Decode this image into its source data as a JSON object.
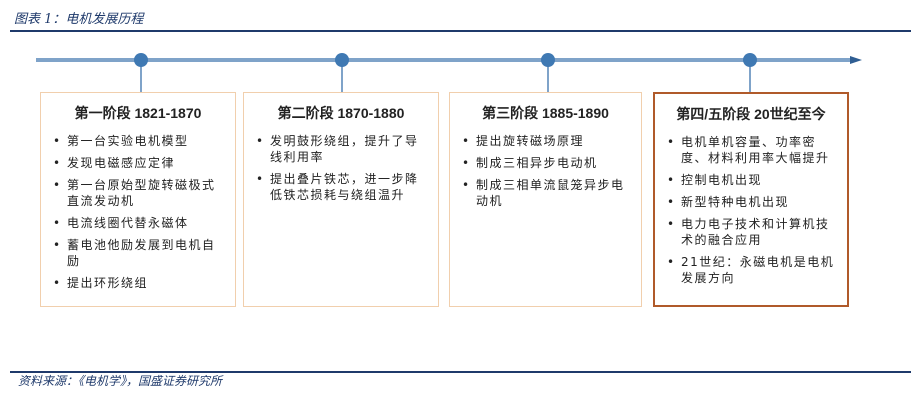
{
  "figure_title": "图表 1：电机发展历程",
  "source": "资料来源：《电机学》，国盛证券研究所",
  "colors": {
    "accent": "#1f3a6b",
    "timeline": "#7fa3c9",
    "node": "#3f79b3",
    "card_border": "#f1cfad",
    "card_border_active": "#b05a2a"
  },
  "stages": [
    {
      "title": "第一阶段 1821-1870",
      "items": [
        "第一台实验电机模型",
        "发现电磁感应定律",
        "第一台原始型旋转磁极式直流发动机",
        "电流线圈代替永磁体",
        "蓄电池他励发展到电机自励",
        "提出环形绕组"
      ]
    },
    {
      "title": "第二阶段 1870-1880",
      "items": [
        "发明鼓形绕组，提升了导线利用率",
        "提出叠片铁芯，进一步降低铁芯损耗与绕组温升"
      ]
    },
    {
      "title": "第三阶段 1885-1890",
      "items": [
        "提出旋转磁场原理",
        "制成三相异步电动机",
        "制成三相单流鼠笼异步电动机"
      ]
    },
    {
      "title": "第四/五阶段 20世纪至今",
      "items": [
        "电机单机容量、功率密度、材料利用率大幅提升",
        "控制电机出现",
        "新型特种电机出现",
        "电力电子技术和计算机技术的融合应用",
        "21世纪：永磁电机是电机发展方向"
      ]
    }
  ]
}
